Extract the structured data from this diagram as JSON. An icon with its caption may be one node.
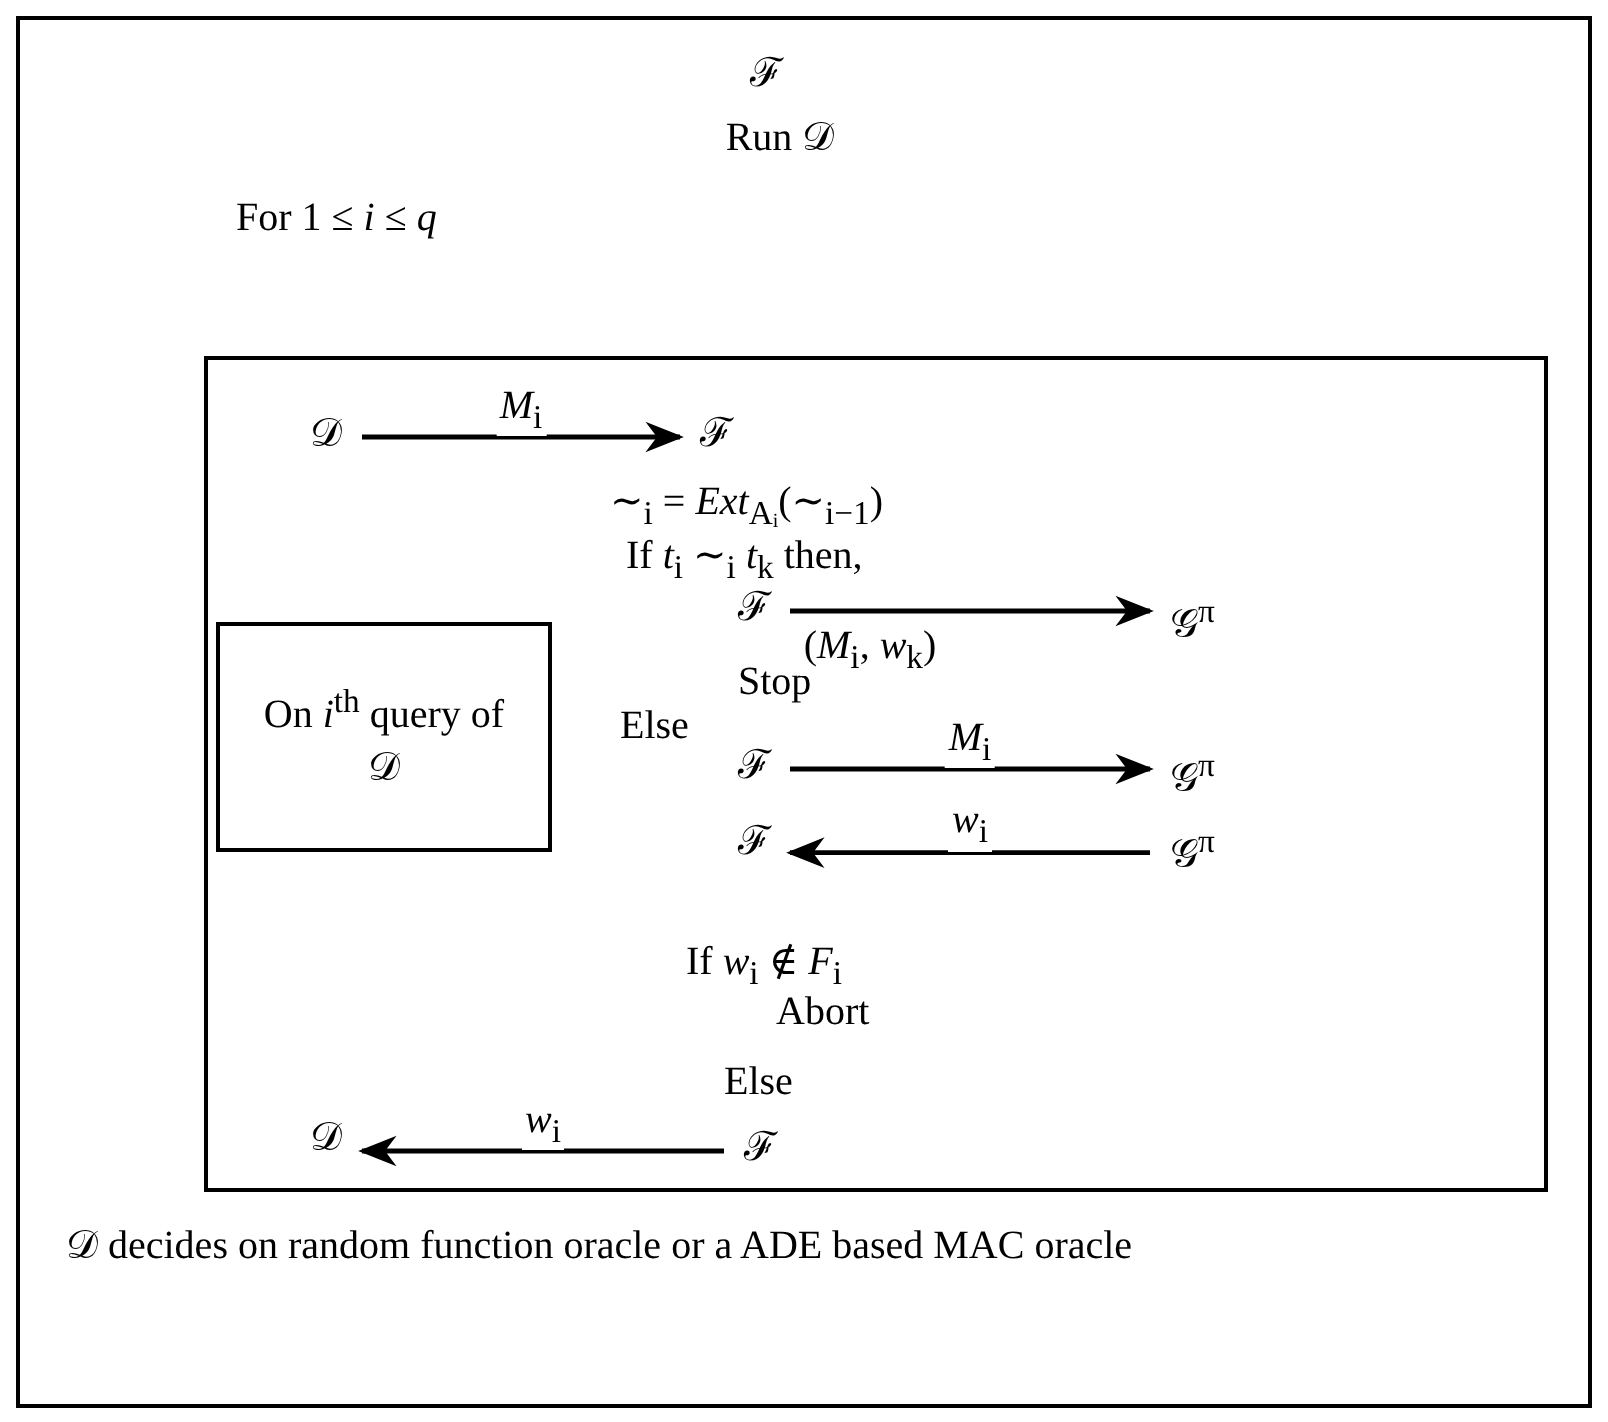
{
  "diagram": {
    "nodes": [
      {
        "text": [
          "ℱ",
          "Run 𝒟",
          "For 1 ≤ *i* ≤ *q*",
          "𝒟 decides on random function oracle or a ADE based MAC oracle"
        ]
      },
      {
        "text": [
          "∼$_{i}$ = *Ext*$_{Aᵢ}$(∼$_{i−1}$)",
          "If *t*$_{i}$ ∼$_{i}$ *t*$_{k}$ then,",
          "Stop",
          "Else",
          "If *w*$_{i}$ ∉ *F*$_{i}$",
          "Abort",
          "Else"
        ],
        "in": 0
      },
      {
        "text": [
          "On *i*$^{th}$ query of 𝒟"
        ],
        "in": 1
      },
      {
        "text": [
          "𝒟"
        ],
        "in": 1
      },
      {
        "text": [
          "ℱ"
        ],
        "in": 1
      },
      {
        "text": [
          "ℱ"
        ],
        "in": 1
      },
      {
        "text": [
          "𝒢$^{π}$"
        ],
        "in": 1
      },
      {
        "text": [
          "ℱ"
        ],
        "in": 1
      },
      {
        "text": [
          "𝒢$^{π}$"
        ],
        "in": 1
      },
      {
        "text": [
          "ℱ"
        ],
        "in": 1
      },
      {
        "text": [
          "𝒢$^{π}$"
        ],
        "in": 1
      },
      {
        "text": [
          "𝒟"
        ],
        "in": 1
      },
      {
        "text": [
          "ℱ"
        ],
        "in": 1
      }
    ],
    "edges": [
      {
        "from": 3,
        "to": 4,
        "arrow": "to",
        "label": "*M*$_{i}$"
      },
      {
        "from": 5,
        "to": 6,
        "arrow": "to",
        "label": "(*M*$_{i}$, *w*$_{k}$)"
      },
      {
        "from": 7,
        "to": 8,
        "arrow": "to",
        "label": "*M*$_{i}$"
      },
      {
        "from": 10,
        "to": 9,
        "arrow": "to",
        "label": "*w*$_{i}$"
      },
      {
        "from": 12,
        "to": 11,
        "arrow": "to",
        "label": "*w*$_{i}$"
      }
    ]
  }
}
